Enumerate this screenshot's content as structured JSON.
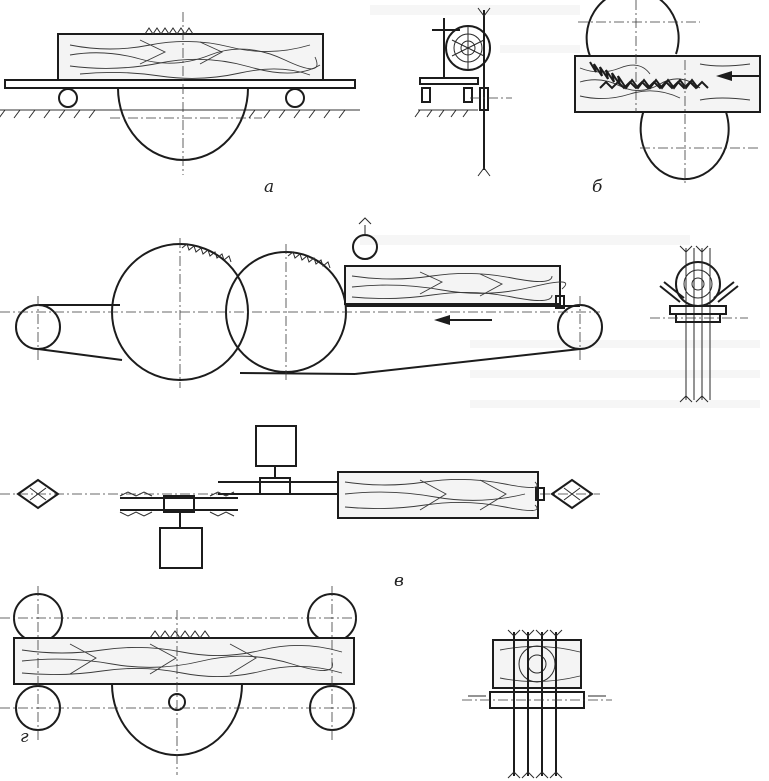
{
  "figure": {
    "labels": {
      "a": "а",
      "b": "б",
      "v": "в",
      "g": "г"
    },
    "colors": {
      "ink": "#1c1c1c",
      "paper": "#ffffff",
      "wood_fill": "#f4f4f4"
    }
  }
}
